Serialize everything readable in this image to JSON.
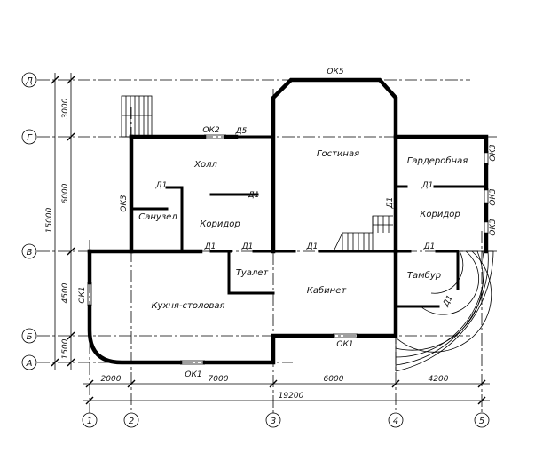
{
  "axes_letters": [
    "Д",
    "Г",
    "В",
    "Б",
    "А"
  ],
  "axes_numbers": [
    "1",
    "2",
    "3",
    "4",
    "5"
  ],
  "rooms": {
    "hall": "Холл",
    "living": "Гостиная",
    "wardrobe": "Гардеробная",
    "bathroom": "Санузел",
    "corridor_left": "Коридор",
    "corridor_right": "Коридор",
    "toilet": "Туалет",
    "kitchen": "Кухня-столовая",
    "study": "Кабинет",
    "vestibule": "Тамбур"
  },
  "windows": {
    "ok5": "ОК5",
    "ok2": "ОК2",
    "ok3_wardrobe": "ОК3",
    "ok3_corridor_a": "ОК3",
    "ok3_corridor_b": "ОК3",
    "ok3_bathroom": "ОК3",
    "ok1_left": "ОК1",
    "ok1_bottom": "ОК1",
    "ok1_study": "ОК1"
  },
  "doors": {
    "d5": "Д5",
    "d1_bath": "Д1",
    "d1_hall": "Д1",
    "d1_toilet_a": "Д1",
    "d1_toilet_b": "Д1",
    "d1_study": "Д1",
    "d1_living": "Д1",
    "d1_wardrobe": "Д1",
    "d1_corridor": "Д1",
    "d1_vestibule": "Д1"
  },
  "dimensions": {
    "bottom": [
      "2000",
      "7000",
      "6000",
      "4200"
    ],
    "total": "19200",
    "left": [
      "3000",
      "6000",
      "4500",
      "1500"
    ],
    "left_total": "15000"
  }
}
